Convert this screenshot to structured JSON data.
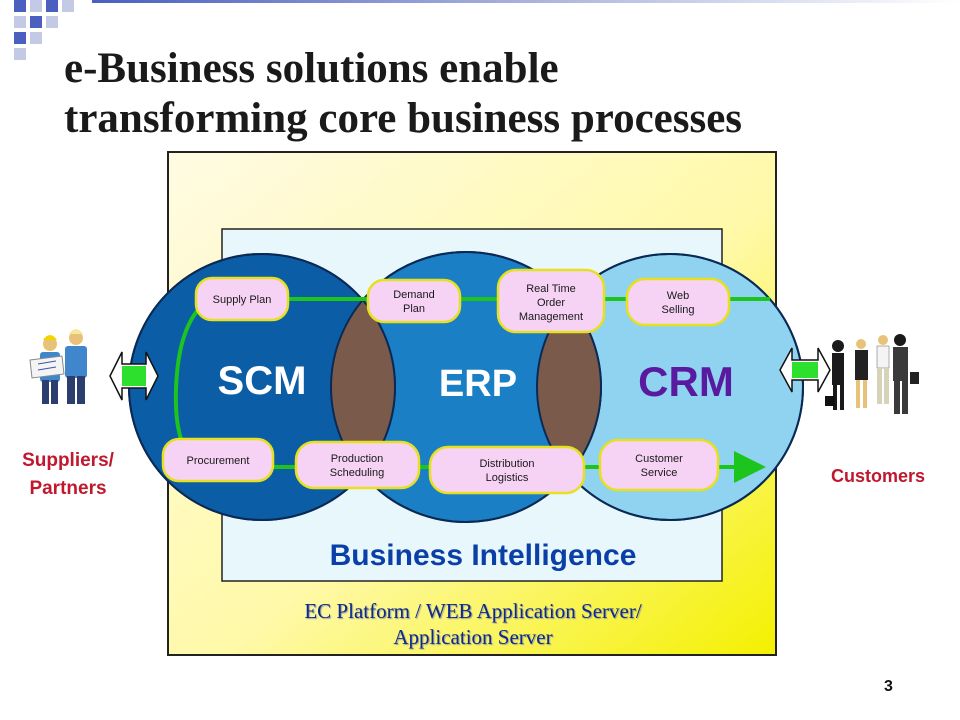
{
  "slide": {
    "title_lines": [
      "e-Business solutions enable",
      "transforming core business processes"
    ],
    "page_number": "3"
  },
  "diagram": {
    "circles": [
      "SCM",
      "ERP",
      "CRM"
    ],
    "process_labels": {
      "supply_plan": "Supply Plan",
      "demand_plan": [
        "Demand",
        "Plan"
      ],
      "real_time_order": [
        "Real Time",
        "Order",
        "Management"
      ],
      "web_selling": [
        "Web",
        "Selling"
      ],
      "procurement": "Procurement",
      "production_scheduling": [
        "Production",
        "Scheduling"
      ],
      "distribution_logistics": [
        "Distribution",
        "Logistics"
      ],
      "customer_service": [
        "Customer",
        "Service"
      ]
    },
    "business_intelligence": "Business Intelligence",
    "platform_lines": [
      "EC Platform / WEB Application Server/",
      "Application Server"
    ],
    "left_party": [
      "Suppliers/",
      "Partners"
    ],
    "right_party": "Customers",
    "colors": {
      "scm": "#0b5ea6",
      "erp": "#1b7fc6",
      "crm": "#8fd3f0",
      "overlap": "#7a5a4a",
      "pill": "#f6d2f4",
      "pill_border": "#e6e01e",
      "flow": "#1ec41e",
      "accent_label": "#c0182e",
      "bi_text": "#0b3fa8",
      "crm_text": "#5a1aa0"
    },
    "icons": [
      "engineers-figure-icon",
      "business-people-figure-icon",
      "double-arrow-icon"
    ]
  }
}
